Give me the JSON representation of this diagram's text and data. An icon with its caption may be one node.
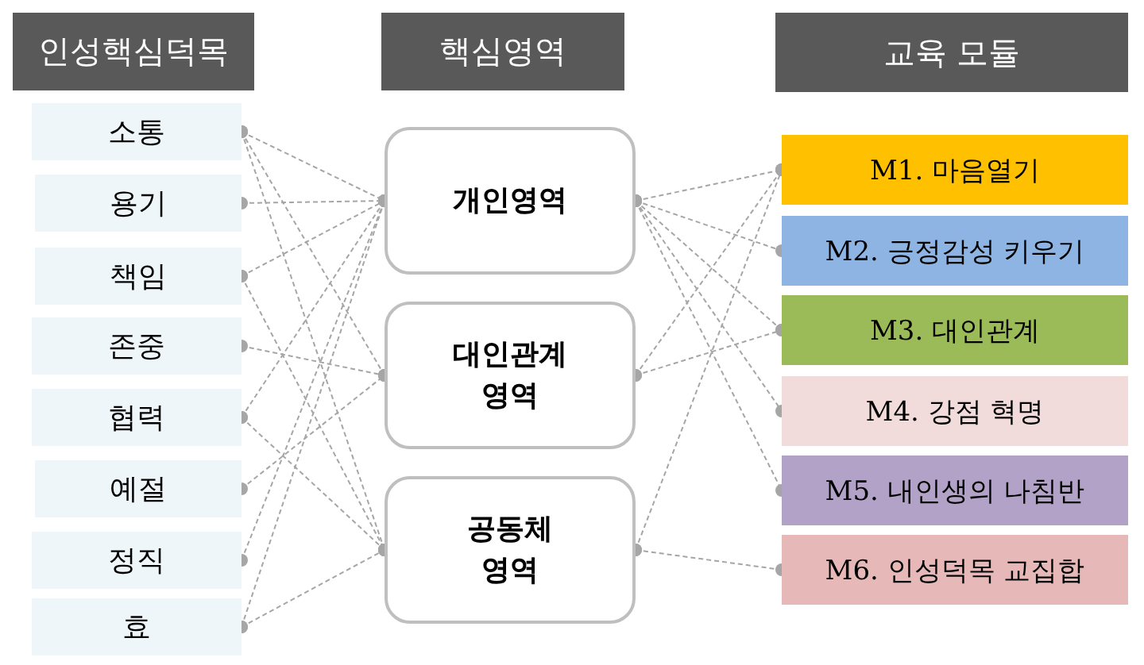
{
  "diagram": {
    "nodes": [
      {
        "text": [
          "인성핵심덕목"
        ]
      },
      {
        "text": [
          "핵심영역"
        ]
      },
      {
        "text": [
          "교육 모듈"
        ]
      },
      {
        "text": [
          "소통"
        ]
      },
      {
        "text": [
          "용기"
        ]
      },
      {
        "text": [
          "책임"
        ]
      },
      {
        "text": [
          "존중"
        ]
      },
      {
        "text": [
          "협력"
        ]
      },
      {
        "text": [
          "예절"
        ]
      },
      {
        "text": [
          "정직"
        ]
      },
      {
        "text": [
          "효"
        ]
      },
      {
        "text": [
          "개인영역"
        ]
      },
      {
        "text": [
          "대인관계 영역"
        ]
      },
      {
        "text": [
          "공동체 영역"
        ]
      },
      {
        "text": [
          "M1. 마음열기"
        ]
      },
      {
        "text": [
          "M2. 긍정감성 키우기"
        ]
      },
      {
        "text": [
          "M3. 대인관계"
        ]
      },
      {
        "text": [
          "M4. 강점 혁명"
        ]
      },
      {
        "text": [
          "M5. 내인생의 나침반"
        ]
      },
      {
        "text": [
          "M6. 인성덕목 교집합"
        ]
      }
    ],
    "edges": [
      {
        "from": 3,
        "to": 11,
        "arrow": "other",
        "style": "dashed"
      },
      {
        "from": 3,
        "to": 12,
        "arrow": "other",
        "style": "dashed"
      },
      {
        "from": 3,
        "to": 13,
        "arrow": "other",
        "style": "dashed"
      },
      {
        "from": 4,
        "to": 11,
        "arrow": "other",
        "style": "dashed"
      },
      {
        "from": 5,
        "to": 11,
        "arrow": "other",
        "style": "dashed"
      },
      {
        "from": 5,
        "to": 13,
        "arrow": "other",
        "style": "dashed"
      },
      {
        "from": 6,
        "to": 12,
        "arrow": "other",
        "style": "dashed"
      },
      {
        "from": 7,
        "to": 11,
        "arrow": "other",
        "style": "dashed"
      },
      {
        "from": 7,
        "to": 13,
        "arrow": "other",
        "style": "dashed"
      },
      {
        "from": 8,
        "to": 12,
        "arrow": "other",
        "style": "dashed"
      },
      {
        "from": 9,
        "to": 11,
        "arrow": "other",
        "style": "dashed"
      },
      {
        "from": 10,
        "to": 11,
        "arrow": "other",
        "style": "dashed"
      },
      {
        "from": 10,
        "to": 13,
        "arrow": "other",
        "style": "dashed"
      },
      {
        "from": 11,
        "to": 14,
        "arrow": "other",
        "style": "dashed"
      },
      {
        "from": 11,
        "to": 15,
        "arrow": "other",
        "style": "dashed"
      },
      {
        "from": 11,
        "to": 16,
        "arrow": "other",
        "style": "dashed"
      },
      {
        "from": 11,
        "to": 17,
        "arrow": "other",
        "style": "dashed"
      },
      {
        "from": 11,
        "to": 18,
        "arrow": "other",
        "style": "dashed"
      },
      {
        "from": 12,
        "to": 14,
        "arrow": "other",
        "style": "dashed"
      },
      {
        "from": 12,
        "to": 16,
        "arrow": "other",
        "style": "dashed"
      },
      {
        "from": 13,
        "to": 14,
        "arrow": "other",
        "style": "dashed"
      },
      {
        "from": 13,
        "to": 19,
        "arrow": "other",
        "style": "dashed"
      }
    ]
  }
}
